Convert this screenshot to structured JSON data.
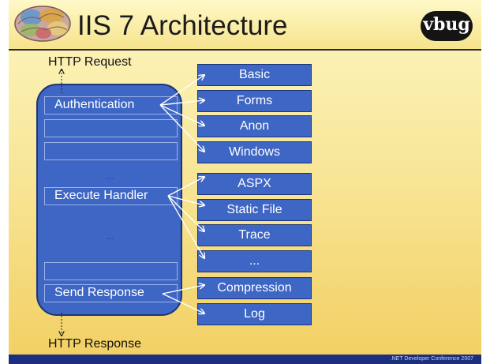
{
  "slide": {
    "title": "IIS 7 Architecture",
    "logo_text": "vbug",
    "footer_text": ".NET Developer Conference 2007",
    "request_label": "HTTP Request",
    "response_label": "HTTP Response",
    "ellipsis": "..."
  },
  "pipeline_stages": [
    "Authentication",
    "",
    "",
    "Execute Handler",
    "",
    "Send Response"
  ],
  "modules": {
    "auth": [
      "Basic",
      "Forms",
      "Anon",
      "Windows"
    ],
    "handlers": [
      "ASPX",
      "Static File",
      "Trace",
      "..."
    ],
    "response": [
      "Compression",
      "Log"
    ]
  },
  "colors": {
    "box_fill": "#3e66c4",
    "box_border": "#1d3477",
    "background_top": "#fdf6c0",
    "background_bottom": "#f2cf62",
    "footer": "#1c2f7e"
  },
  "icons": [
    "brain-icon",
    "vbug-logo"
  ]
}
